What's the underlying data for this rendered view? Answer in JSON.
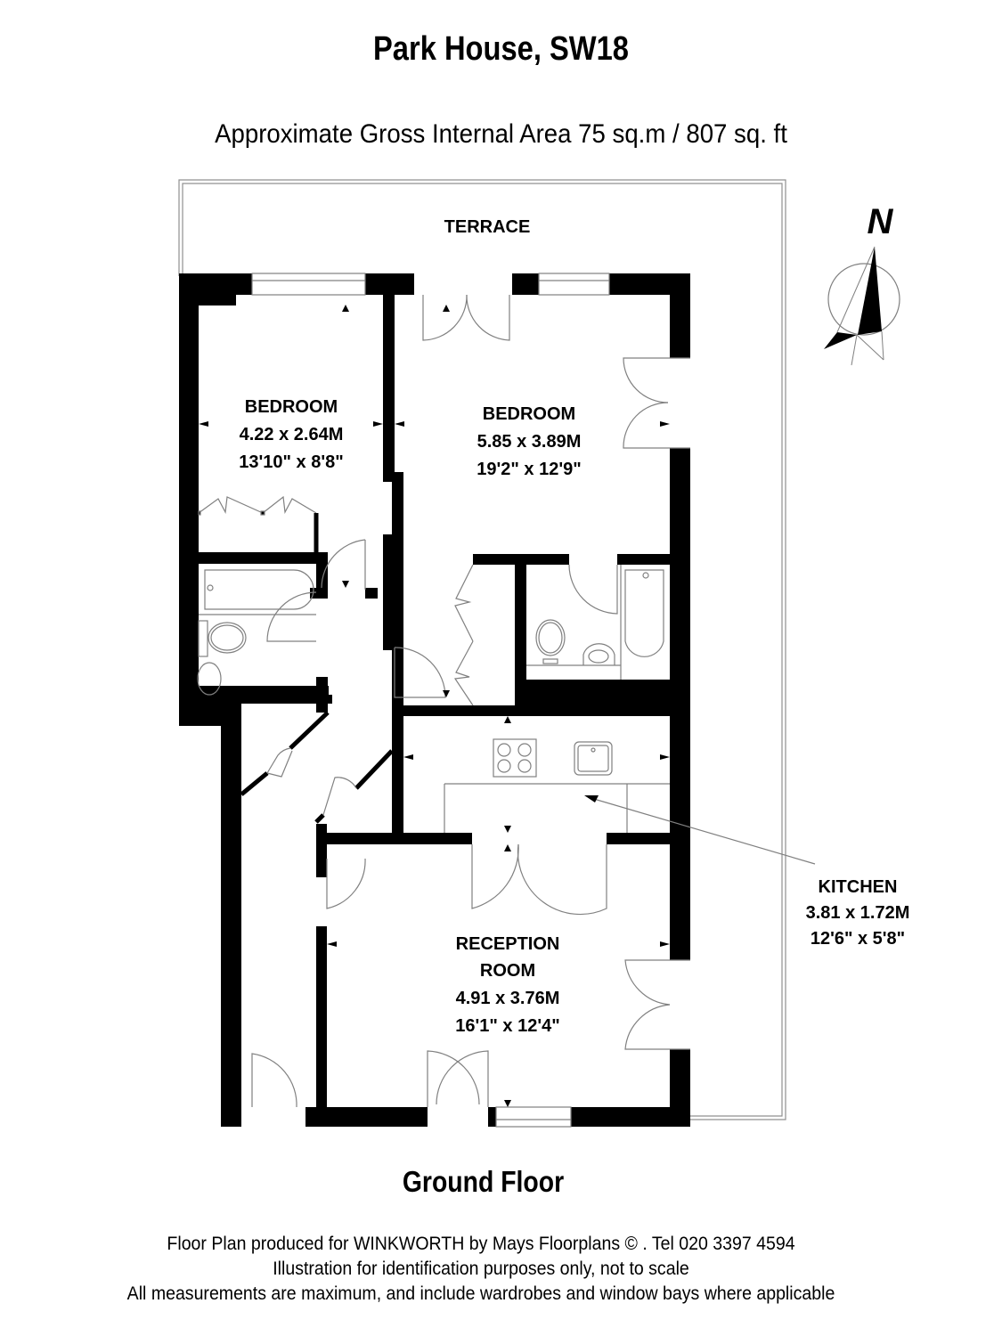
{
  "header": {
    "title": "Park House, SW18",
    "subtitle": "Approximate Gross Internal Area 75 sq.m  /  807 sq. ft"
  },
  "compass": {
    "label": "N",
    "icon": "north-arrow-icon"
  },
  "rooms": {
    "terrace": {
      "name": "TERRACE"
    },
    "bedroom1": {
      "name": "BEDROOM",
      "metric": "4.22 x 2.64M",
      "imperial": "13'10\" x 8'8\""
    },
    "bedroom2": {
      "name": "BEDROOM",
      "metric": "5.85 x 3.89M",
      "imperial": "19'2\" x 12'9\""
    },
    "kitchen": {
      "name": "KITCHEN",
      "metric": "3.81 x 1.72M",
      "imperial": "12'6\" x 5'8\""
    },
    "reception": {
      "name_line1": "RECEPTION",
      "name_line2": "ROOM",
      "metric": "4.91 x 3.76M",
      "imperial": "16'1\" x 12'4\""
    }
  },
  "floor": {
    "label": "Ground Floor"
  },
  "footer": {
    "line1": "Floor Plan produced for WINKWORTH by Mays Floorplans  © . Tel 020 3397 4594",
    "line2": "Illustration for identification purposes only, not to scale",
    "line3": "All measurements are maximum, and include wardrobes and window bays where applicable"
  },
  "colors": {
    "wall": "#000000",
    "line": "#808080",
    "background": "#ffffff"
  }
}
